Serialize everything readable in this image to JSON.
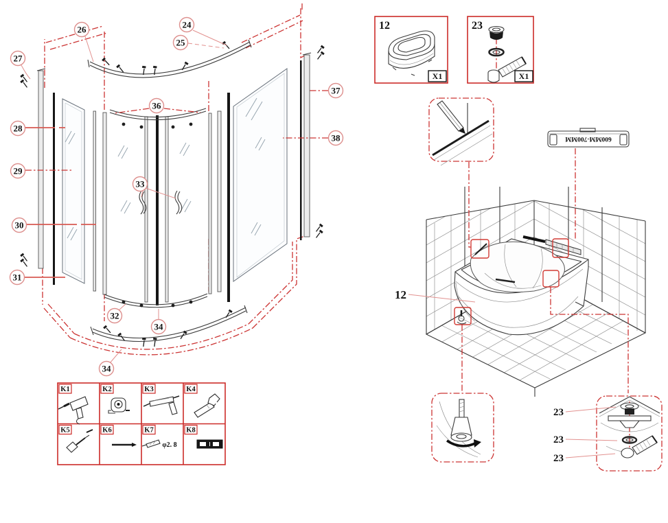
{
  "callouts": {
    "c24": "24",
    "c25": "25",
    "c26": "26",
    "c27": "27",
    "c28": "28",
    "c29": "29",
    "c30": "30",
    "c31": "31",
    "c32": "32",
    "c33": "33",
    "c34a": "34",
    "c34b": "34",
    "c36": "36",
    "c37": "37",
    "c38": "38"
  },
  "parts": {
    "box12": {
      "id": "12",
      "qty": "X1"
    },
    "box23": {
      "id": "23",
      "qty": "X1"
    }
  },
  "tools": {
    "k1": "K1",
    "k2": "K2",
    "k3": "K3",
    "k4": "K4",
    "k5": "K5",
    "k6": "K6",
    "k7": "K7",
    "k8": "K8",
    "k7_note": "φ2. 8"
  },
  "scene": {
    "tray_label": "12",
    "level_text": "600MM-700MM",
    "drain_a": "23",
    "drain_b": "23",
    "drain_c": "23"
  },
  "colors": {
    "annotation_red": "#cc2b28",
    "leader_pink": "#e2918f",
    "line_dark": "#3a3a3a"
  }
}
